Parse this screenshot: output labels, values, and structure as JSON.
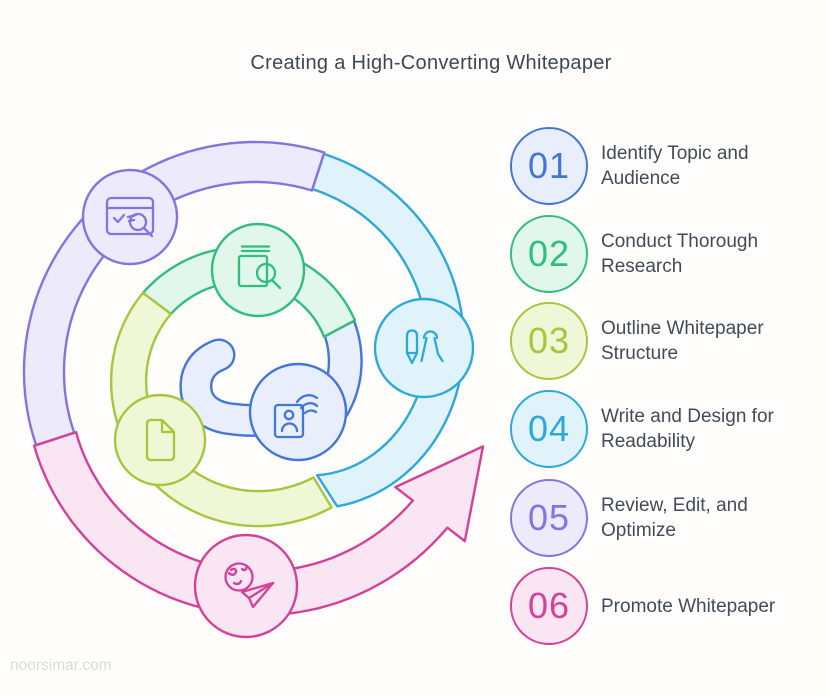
{
  "title": "Creating a High-Converting Whitepaper",
  "watermark": "noorsimar.com",
  "text_color": "#414b57",
  "steps": [
    {
      "num": "01",
      "label": "Identify Topic and Audience",
      "color": "#4376d8",
      "fill": "#e8eefb",
      "icon": "hand-id-card-icon"
    },
    {
      "num": "02",
      "label": "Conduct Thorough Research",
      "color": "#2fbe7d",
      "fill": "#e2f7ec",
      "icon": "book-search-icon"
    },
    {
      "num": "03",
      "label": "Outline Whitepaper Structure",
      "color": "#a5c63d",
      "fill": "#f0f7d6",
      "icon": "document-icon"
    },
    {
      "num": "04",
      "label": "Write and Design for Readability",
      "color": "#2ca8de",
      "fill": "#e0f3fb",
      "icon": "pencil-compass-icon"
    },
    {
      "num": "05",
      "label": "Review, Edit, and Optimize",
      "color": "#8474e1",
      "fill": "#eceafb",
      "icon": "browser-search-icon"
    },
    {
      "num": "06",
      "label": "Promote Whitepaper",
      "color": "#d4419a",
      "fill": "#fae5f3",
      "icon": "globe-paper-plane-icon"
    }
  ]
}
